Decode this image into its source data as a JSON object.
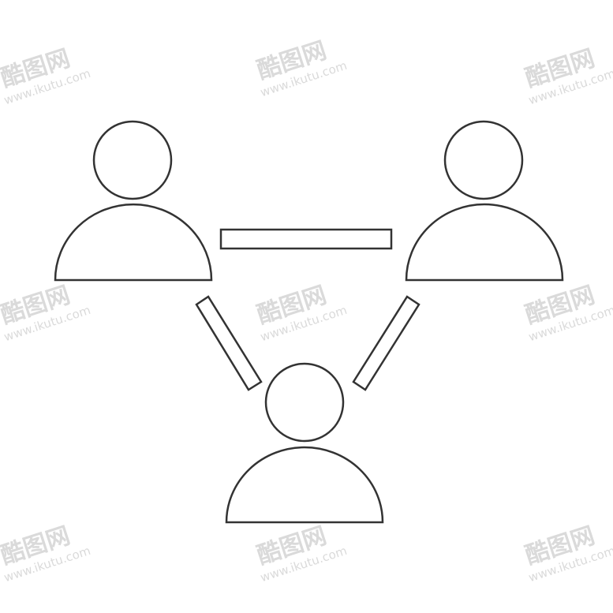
{
  "colors": {
    "background": "#ffffff",
    "stroke": "#333333",
    "watermark": "#d7d7d7"
  },
  "watermark": {
    "logo_text": "酷图网",
    "url_text": "www.ikutu.com"
  },
  "diagram": {
    "nodes": [
      {
        "id": "person-top-left",
        "icon": "person-icon"
      },
      {
        "id": "person-top-right",
        "icon": "person-icon"
      },
      {
        "id": "person-bottom",
        "icon": "person-icon"
      }
    ],
    "links": [
      {
        "id": "link-top",
        "from": "person-top-left",
        "to": "person-top-right"
      },
      {
        "id": "link-left",
        "from": "person-top-left",
        "to": "person-bottom"
      },
      {
        "id": "link-right",
        "from": "person-top-right",
        "to": "person-bottom"
      }
    ]
  }
}
